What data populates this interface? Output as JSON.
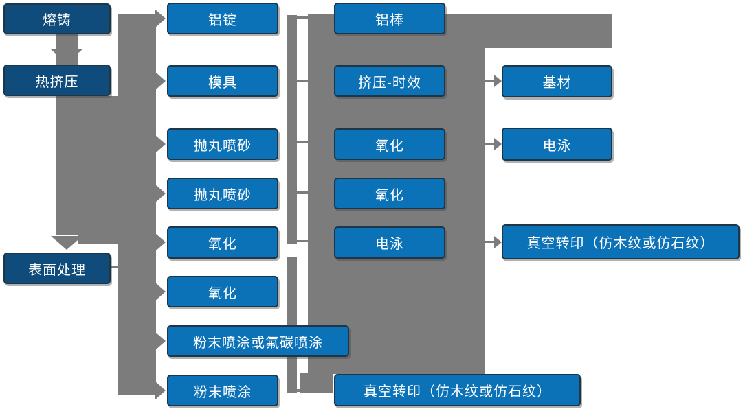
{
  "colors": {
    "primary_blue": "#0b72b8",
    "dark_blue": "#0f4c7c",
    "connector_gray": "#7c7c7c",
    "node_border": "#1d3648",
    "text": "#ffffff"
  },
  "nodes": {
    "melting_casting": {
      "label": "熔铸"
    },
    "hot_extrusion": {
      "label": "热挤压"
    },
    "surface_treatment": {
      "label": "表面处理"
    },
    "aluminum_ingot": {
      "label": "铝锭"
    },
    "mold": {
      "label": "模具"
    },
    "shot_blasting_1": {
      "label": "抛丸喷砂"
    },
    "shot_blasting_2": {
      "label": "抛丸喷砂"
    },
    "oxidation_c2a": {
      "label": "氧化"
    },
    "oxidation_c2b": {
      "label": "氧化"
    },
    "powder_or_fluorocarbon": {
      "label": "粉末喷涂或氟碳喷涂"
    },
    "powder_coating": {
      "label": "粉末喷涂"
    },
    "aluminum_rod": {
      "label": "铝棒"
    },
    "extrusion_aging": {
      "label": "挤压-时效"
    },
    "oxidation_c3a": {
      "label": "氧化"
    },
    "oxidation_c3b": {
      "label": "氧化"
    },
    "electrophoresis_c3": {
      "label": "电泳"
    },
    "vacuum_transfer_bottom": {
      "label": "真空转印（仿木纹或仿石纹）"
    },
    "base_material": {
      "label": "基材"
    },
    "electrophoresis_c4": {
      "label": "电泳"
    },
    "vacuum_transfer_right": {
      "label": "真空转印（仿木纹或仿石纹）"
    }
  }
}
